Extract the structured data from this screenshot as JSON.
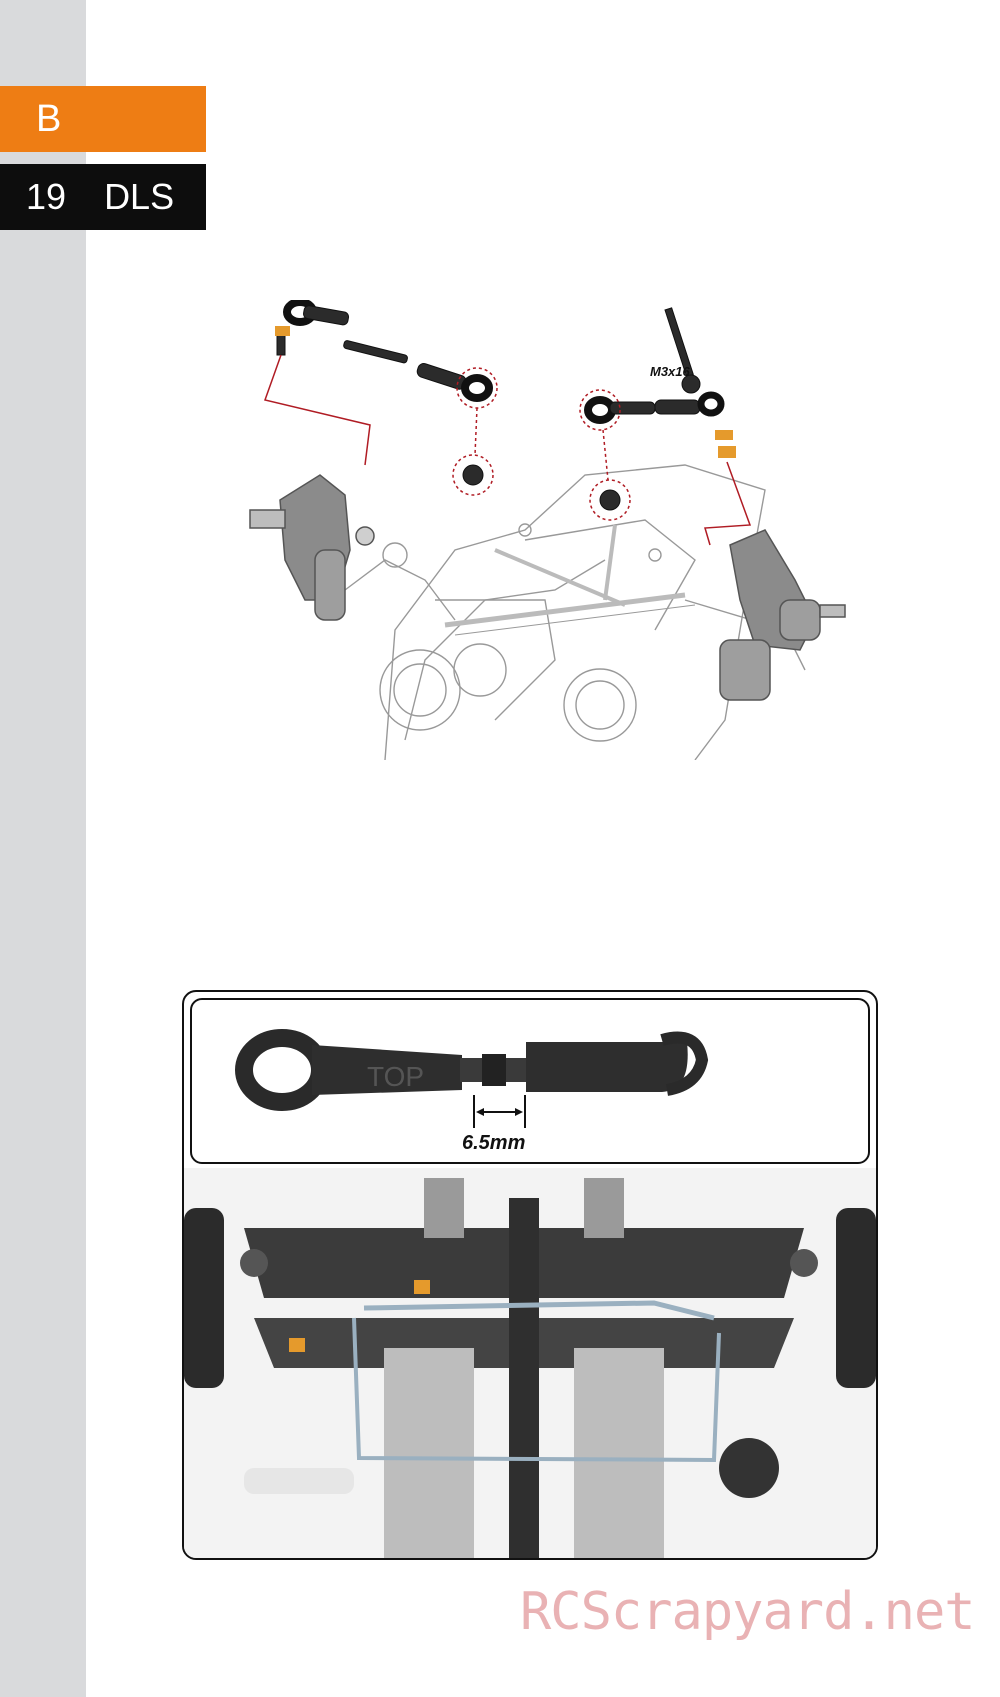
{
  "header": {
    "section_letter": "B",
    "step_number": "19",
    "step_title": "DLS"
  },
  "figure1": {
    "screw_label": "M3x16"
  },
  "detail": {
    "rod_measurement": "6.5mm",
    "rod_marking": "TOP"
  },
  "footer": {
    "watermark": "RCScrapyard.net"
  },
  "colors": {
    "accent_orange": "#ee7d14",
    "tab_black": "#0d0d0d",
    "strip_gray": "#d9dadc",
    "leader_red": "#b01c24",
    "watermark_pink": "#e9b2b4"
  }
}
